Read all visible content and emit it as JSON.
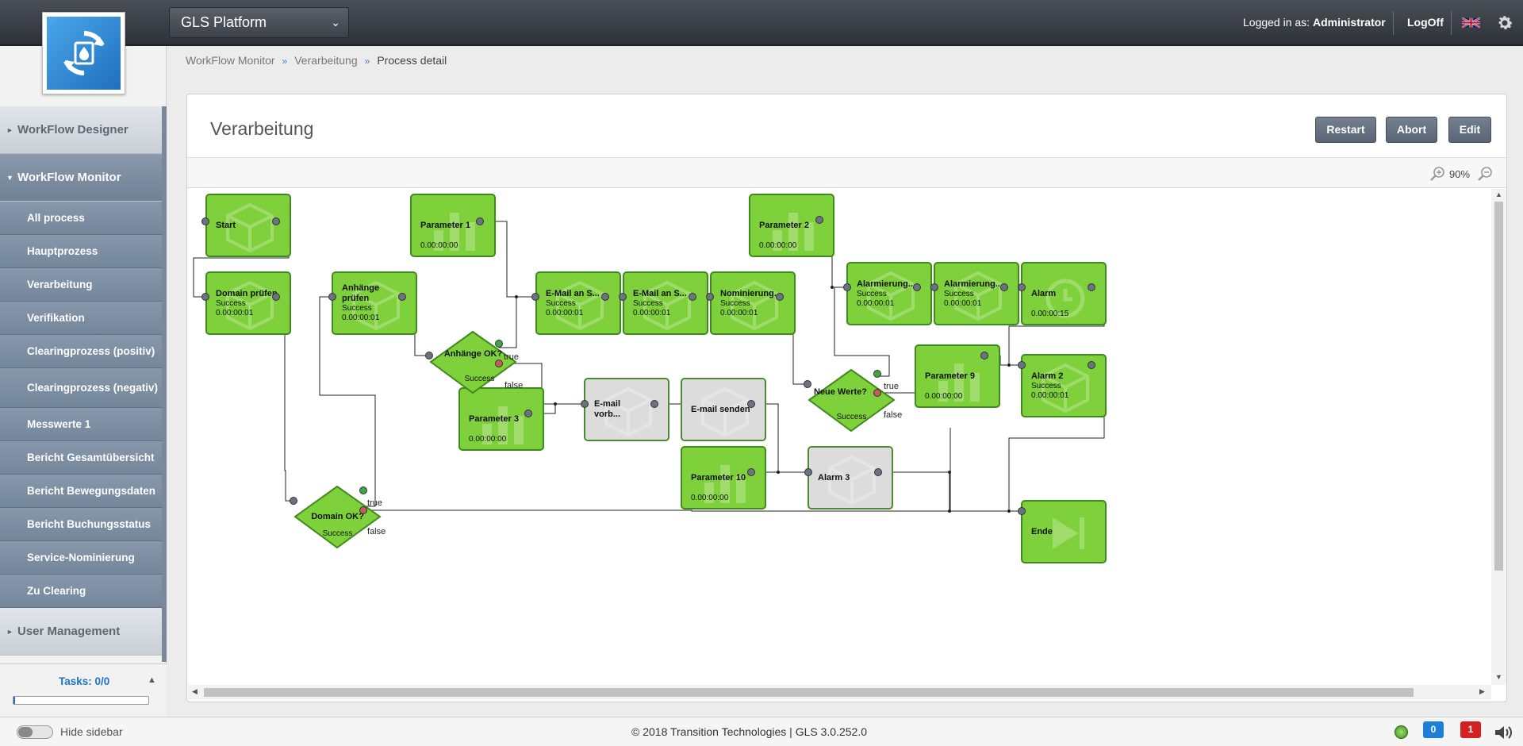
{
  "header": {
    "platform": "GLS Platform",
    "logged_in_prefix": "Logged in as:",
    "user": "Administrator",
    "logoff": "LogOff"
  },
  "sidebar": {
    "sections": [
      {
        "label": "WorkFlow Designer"
      },
      {
        "label": "WorkFlow Monitor"
      },
      {
        "label": "User Management"
      }
    ],
    "items": [
      {
        "label": "All process"
      },
      {
        "label": "Hauptprozess"
      },
      {
        "label": "Verarbeitung"
      },
      {
        "label": "Verifikation"
      },
      {
        "label": "Clearingprozess (positiv)"
      },
      {
        "label": "Clearingprozess (negativ)"
      },
      {
        "label": "Messwerte 1"
      },
      {
        "label": "Bericht Gesamtübersicht"
      },
      {
        "label": "Bericht Bewegungsdaten"
      },
      {
        "label": "Bericht Buchungsstatus"
      },
      {
        "label": "Service-Nominierung"
      },
      {
        "label": "Zu Clearing"
      }
    ],
    "tasks": "Tasks: 0/0"
  },
  "breadcrumb": [
    "WorkFlow Monitor",
    "Verarbeitung",
    "Process detail"
  ],
  "panel": {
    "title": "Verarbeitung",
    "buttons": {
      "restart": "Restart",
      "abort": "Abort",
      "edit": "Edit"
    },
    "zoom": "90%"
  },
  "workflow": {
    "nodes": [
      {
        "label": "Start",
        "status": "",
        "time": ""
      },
      {
        "label": "Domain prüfen",
        "status": "Success",
        "time": "0.00:00:01"
      },
      {
        "label": "Anhänge prüfen",
        "status": "Success",
        "time": "0.00:00:01"
      },
      {
        "label": "Parameter 1",
        "status": "",
        "time": "0.00:00:00"
      },
      {
        "label": "Parameter 3",
        "status": "",
        "time": "0.00:00:00"
      },
      {
        "label": "E-Mail an S...",
        "status": "Success",
        "time": "0.00:00:01"
      },
      {
        "label": "E-Mail an S...",
        "status": "Success",
        "time": "0.00:00:01"
      },
      {
        "label": "Nominierung...",
        "status": "Success",
        "time": "0.00:00:01"
      },
      {
        "label": "E-mail vorb...",
        "status": "",
        "time": ""
      },
      {
        "label": "E-mail senden",
        "status": "",
        "time": ""
      },
      {
        "label": "Parameter 10",
        "status": "",
        "time": "0.00:00:00"
      },
      {
        "label": "Alarm 3",
        "status": "",
        "time": ""
      },
      {
        "label": "Parameter 2",
        "status": "",
        "time": "0.00:00:00"
      },
      {
        "label": "Alarmierung...",
        "status": "Success",
        "time": "0.00:00:01"
      },
      {
        "label": "Alarmierung...",
        "status": "Success",
        "time": "0.00:00:01"
      },
      {
        "label": "Alarm",
        "status": "",
        "time": "0.00:00:15"
      },
      {
        "label": "Parameter 9",
        "status": "",
        "time": "0.00:00:00"
      },
      {
        "label": "Alarm 2",
        "status": "Success",
        "time": "0.00:00:01"
      },
      {
        "label": "Ende",
        "status": "",
        "time": ""
      }
    ],
    "decisions": [
      {
        "label": "Anhänge OK?",
        "status": "Success"
      },
      {
        "label": "Domain OK?",
        "status": "Success"
      },
      {
        "label": "Neue Werte?",
        "status": "Success"
      }
    ],
    "branch_true": "true",
    "branch_false": "false"
  },
  "footer": {
    "hide_sidebar": "Hide sidebar",
    "copyright": "© 2018 Transition Technologies | GLS 3.0.252.0",
    "messages": "0",
    "alerts": "1"
  },
  "colors": {
    "node_green": "#7fd13b",
    "node_grey": "#dcdcdc",
    "accent_blue": "#1c74c9",
    "alert_red": "#d42020"
  }
}
